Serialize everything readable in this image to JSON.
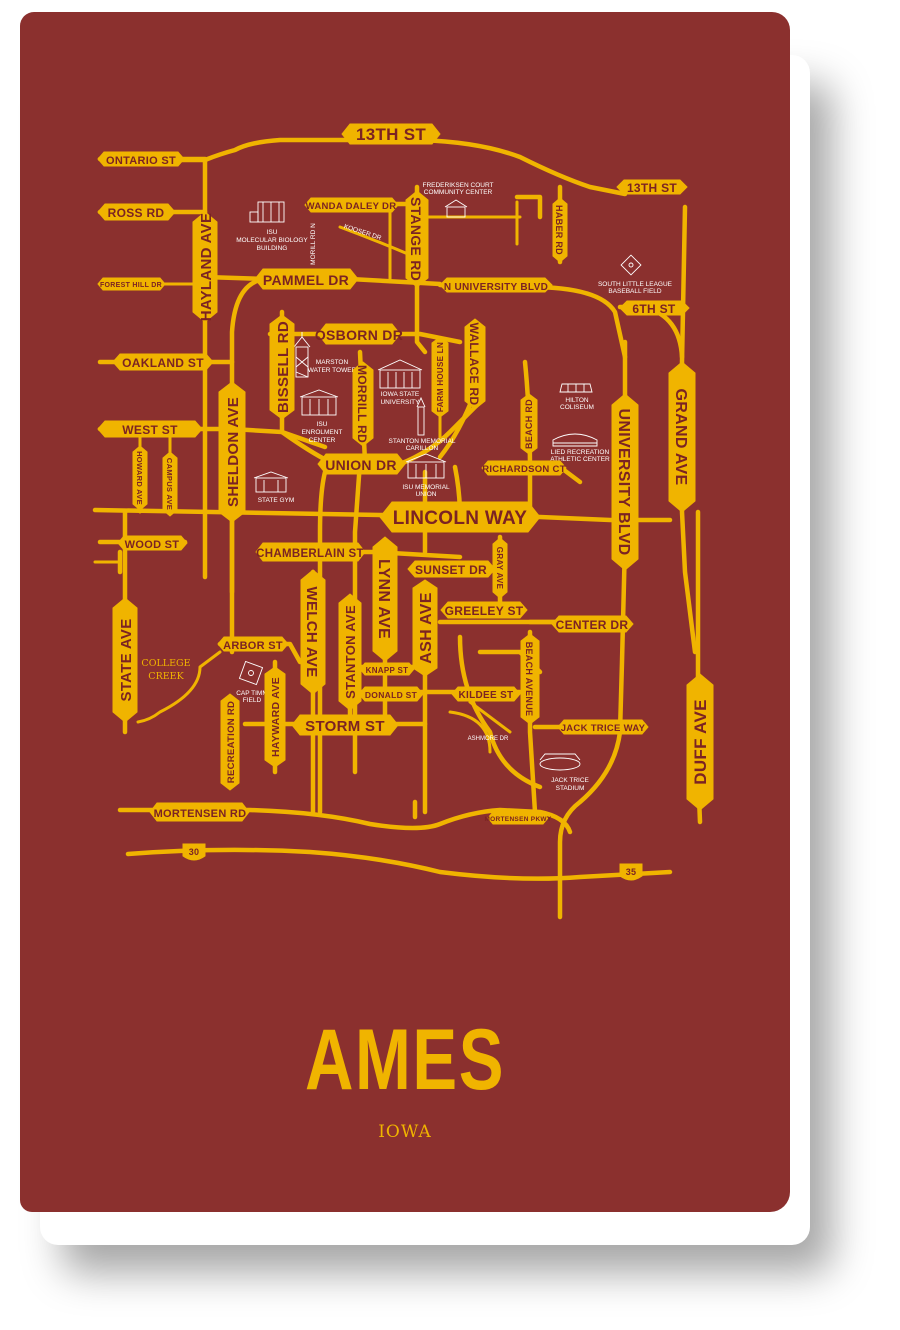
{
  "poster": {
    "title": "AMES",
    "subtitle": "IOWA",
    "colors": {
      "background": "#8b302e",
      "accent": "#f0b400",
      "ink": "#7b2323",
      "poi": "#ffffff"
    }
  },
  "streets": {
    "thirteenth_st_top": "13TH ST",
    "thirteenth_st_right": "13TH ST",
    "ontario_st": "ONTARIO ST",
    "ross_rd": "ROSS RD",
    "forest_hill_dr": "FOREST HILL DR",
    "hayland_ave": "HAYLAND AVE",
    "wanda_daley_dr": "WANDA DALEY DR",
    "stange_rd": "STANGE RD",
    "haber_rd": "HABER RD",
    "pammel_dr": "PAMMEL DR",
    "n_university_blvd": "N UNIVERSITY BLVD",
    "sixth_st": "6TH ST",
    "osborn_dr": "OSBORN DR",
    "bissell_rd": "BISSELL RD",
    "morill_rd_n": "MORILL RD N",
    "kooser_dr": "KOOSER DR",
    "oakland_st": "OAKLAND ST",
    "morrill_rd": "MORRILL RD",
    "farm_house_ln": "FARM HOUSE LN",
    "wallace_rd": "WALLACE RD",
    "west_st": "WEST ST",
    "sheldon_ave": "SHELDON AVE",
    "beach_rd": "BEACH RD",
    "university_blvd": "UNIVERSITY BLVD",
    "grand_ave": "GRAND AVE",
    "union_dr": "UNION DR",
    "richardson_ct": "RICHARDSON CT",
    "howard_ave": "HOWARD AVE",
    "campus_ave": "CAMPUS AVE",
    "lincoln_way": "LINCOLN WAY",
    "wood_st": "WOOD ST",
    "chamberlain_st": "CHAMBERLAIN ST",
    "lynn_ave": "LYNN AVE",
    "sunset_dr": "SUNSET DR",
    "gray_ave": "GRAY AVE",
    "state_ave": "STATE AVE",
    "welch_ave": "WELCH AVE",
    "stanton_ave": "STANTON AVE",
    "ash_ave": "ASH AVE",
    "greeley_st": "GREELEY ST",
    "center_dr": "CENTER DR",
    "arbor_st": "ARBOR ST",
    "knapp_st": "KNAPP ST",
    "beach_avenue": "BEACH AVENUE",
    "donald_st": "DONALD ST",
    "kildee_st": "KILDEE ST",
    "recreation_rd": "RECREATION RD",
    "hayward_ave": "HAYWARD AVE",
    "storm_st": "STORM ST",
    "jack_trice_way": "JACK TRICE WAY",
    "ashmore_dr": "ASHMORE DR",
    "duff_ave": "DUFF AVE",
    "mortensen_rd": "MORTENSEN RD",
    "mortensen_pkwy": "MORTENSEN PKWY",
    "us_30": "30",
    "us_35": "35"
  },
  "landmarks": {
    "frederiksen_1": "FREDERIKSEN COURT",
    "frederiksen_2": "COMMUNITY CENTER",
    "molecular_1": "ISU",
    "molecular_2": "MOLECULAR BIOLOGY",
    "molecular_3": "BUILDING",
    "baseball_1": "SOUTH LITTLE LEAGUE",
    "baseball_2": "BASEBALL FIELD",
    "marston_1": "MARSTON",
    "marston_2": "WATER TOWER",
    "isu_1": "IOWA STATE",
    "isu_2": "UNIVERSITY",
    "hilton_1": "HILTON",
    "hilton_2": "COLISEUM",
    "enrolment_1": "ISU",
    "enrolment_2": "ENROLMENT",
    "enrolment_3": "CENTER",
    "carillon_1": "STANTON MEMORIAL",
    "carillon_2": "CARILLON",
    "lied_1": "LIED RECREATION",
    "lied_2": "ATHLETIC CENTER",
    "memorial_union_1": "ISU MEMORIAL",
    "memorial_union_2": "UNION",
    "state_gym": "STATE GYM",
    "college_creek_1": "COLLEGE",
    "college_creek_2": "CREEK",
    "cap_timm_1": "CAP TIMM",
    "cap_timm_2": "FIELD",
    "stadium_1": "JACK TRICE",
    "stadium_2": "STADIUM"
  }
}
